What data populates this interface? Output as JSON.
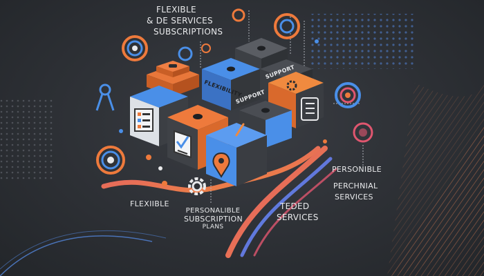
{
  "labels": {
    "headline_1": "FLEXIBLE",
    "headline_2": "& DE SERVICES",
    "headline_3": "SUBSCRIPTIONS",
    "cube_flexibility": "FLEXIBILITY",
    "cube_support_1": "SUPPORT",
    "cube_support_2": "SUPPORT",
    "bottom_flexible": "FLEXIIBLE",
    "bottom_plans_1": "PERSONALIBLE",
    "bottom_plans_2": "SUBSCRIPTION",
    "bottom_plans_3": "PLANS",
    "bottom_tailored": "TEDED",
    "bottom_services": "SERVICES",
    "right_1": "PERSONIBLE",
    "right_2": "PERCHNIAL",
    "right_3": "SERVICES"
  },
  "colors": {
    "background": "#2d3035",
    "orange": "#ee7a3c",
    "blue": "#4a8fe8",
    "gray_cube": "#4a4d53",
    "dark_cube": "#37393e",
    "pink": "#e0566f"
  },
  "icons": [
    "layers-icon",
    "checklist-icon",
    "checkbox-icon",
    "location-pin-icon",
    "list-icon",
    "gear-icon",
    "compass-icon",
    "target-icon"
  ]
}
